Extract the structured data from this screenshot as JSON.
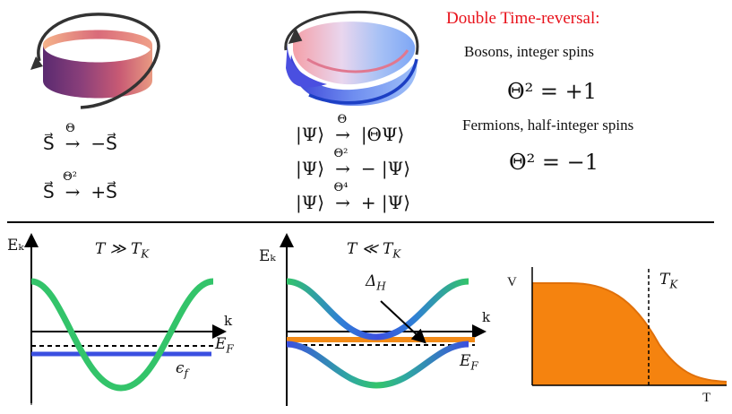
{
  "top_left": {
    "eq1": "S⃗ →Θ −S⃗",
    "eq1_parts": [
      "S⃗",
      "Θ",
      "−S⃗"
    ],
    "eq2_parts": [
      "S⃗",
      "Θ²",
      "+S⃗"
    ]
  },
  "top_middle": {
    "lines": [
      {
        "lhs": "|Ψ⟩",
        "op": "Θ",
        "rhs": "|ΘΨ⟩"
      },
      {
        "lhs": "|Ψ⟩",
        "op": "Θ²",
        "rhs": "− |Ψ⟩"
      },
      {
        "lhs": "|Ψ⟩",
        "op": "Θ⁴",
        "rhs": "+ |Ψ⟩"
      }
    ]
  },
  "top_right": {
    "title": "Double Time-reversal:",
    "bosons_label": "Bosons, integer spins",
    "bosons_eq": "Θ² = +1",
    "fermions_label": "Fermions, half-integer spins",
    "fermions_eq": "Θ² = −1"
  },
  "panel1": {
    "ylabel": "Eₖ",
    "title": "T ≫ T_K",
    "title_main": "T ≫ T",
    "title_sub": "K",
    "xlabel": "k",
    "ef_label": "E",
    "ef_sub": "F",
    "eps_label": "ϵ",
    "eps_sub": "f"
  },
  "panel2": {
    "ylabel": "Eₖ",
    "title_main": "T ≪ T",
    "title_sub": "K",
    "xlabel": "k",
    "delta_label": "Δ",
    "delta_sub": "H",
    "ef_label": "E",
    "ef_sub": "F"
  },
  "panel3": {
    "ylabel": "V",
    "xlabel": "T",
    "tk_main": "T",
    "tk_sub": "K"
  },
  "colors": {
    "red_title": "#e8121b",
    "green_band": "#33c46a",
    "blue_level": "#3b4fe0",
    "orange": "#f28a17",
    "orange_fill": "#f5830f"
  }
}
